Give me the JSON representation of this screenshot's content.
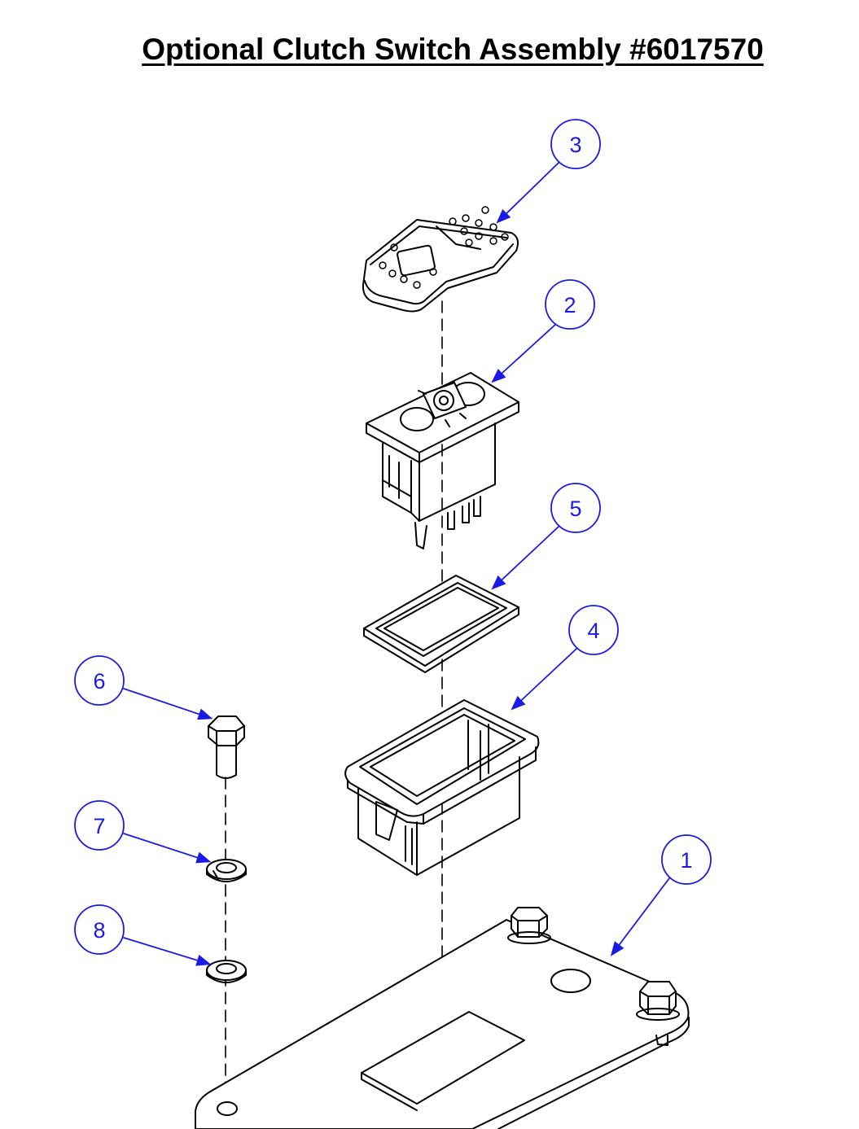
{
  "title": "Optional Clutch Switch Assembly #6017570",
  "colors": {
    "callout": "#1a1ae6",
    "line": "#000000",
    "background": "#ffffff"
  },
  "callouts": [
    {
      "id": "c3",
      "label": "3",
      "part": "switch-actuator-cap"
    },
    {
      "id": "c2",
      "label": "2",
      "part": "rocker-switch-body"
    },
    {
      "id": "c5",
      "label": "5",
      "part": "gasket"
    },
    {
      "id": "c4",
      "label": "4",
      "part": "switch-bezel-housing"
    },
    {
      "id": "c6",
      "label": "6",
      "part": "hex-bolt"
    },
    {
      "id": "c7",
      "label": "7",
      "part": "lock-washer"
    },
    {
      "id": "c8",
      "label": "8",
      "part": "flat-washer"
    },
    {
      "id": "c1",
      "label": "1",
      "part": "mounting-plate"
    }
  ]
}
